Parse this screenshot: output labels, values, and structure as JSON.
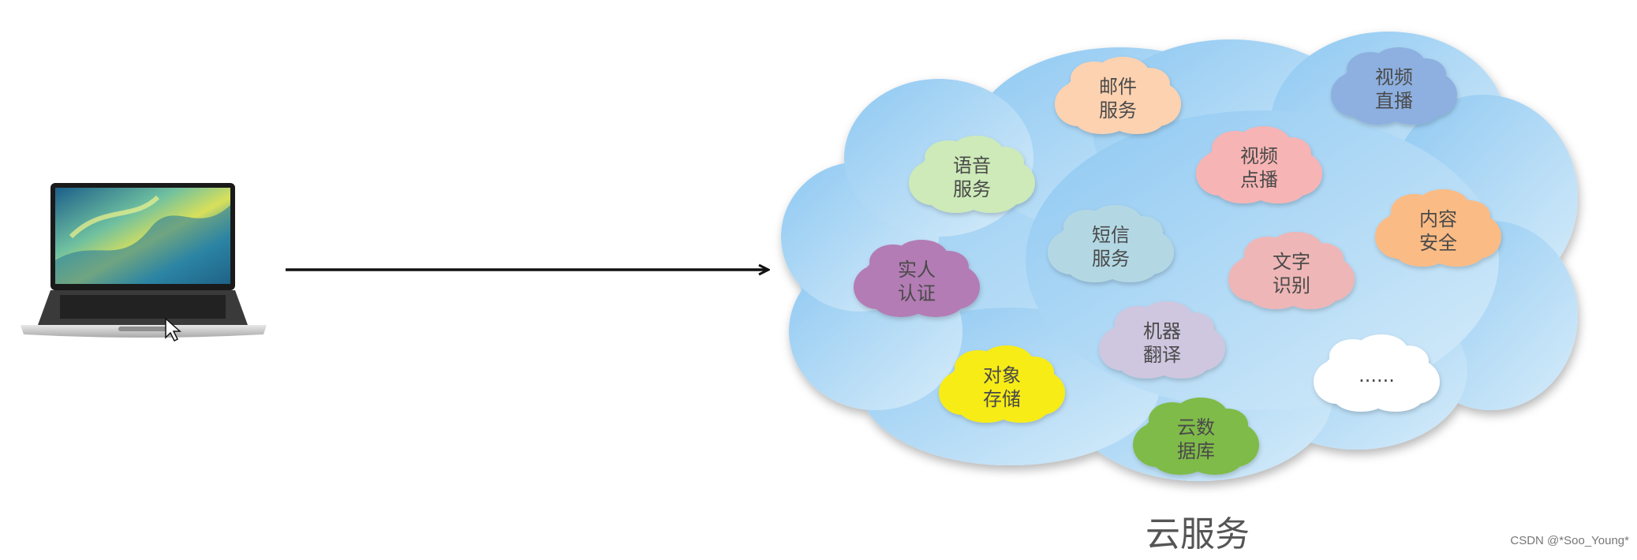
{
  "caption": "云服务",
  "watermark": "CSDN @*Soo_Young*",
  "services": [
    {
      "id": "email",
      "line1": "邮件",
      "line2": "服务",
      "color": "#fdd2b0"
    },
    {
      "id": "live-video",
      "line1": "视频",
      "line2": "直播",
      "color": "#8db0e0"
    },
    {
      "id": "voice",
      "line1": "语音",
      "line2": "服务",
      "color": "#cdeab8"
    },
    {
      "id": "vod",
      "line1": "视频",
      "line2": "点播",
      "color": "#f7b4b4"
    },
    {
      "id": "sms",
      "line1": "短信",
      "line2": "服务",
      "color": "#b3d8e4"
    },
    {
      "id": "content-security",
      "line1": "内容",
      "line2": "安全",
      "color": "#fbbb84"
    },
    {
      "id": "identity-auth",
      "line1": "实人",
      "line2": "认证",
      "color": "#b37cb4"
    },
    {
      "id": "ocr",
      "line1": "文字",
      "line2": "识别",
      "color": "#eeb6b6"
    },
    {
      "id": "machine-translation",
      "line1": "机器",
      "line2": "翻译",
      "color": "#cfc6df"
    },
    {
      "id": "object-storage",
      "line1": "对象",
      "line2": "存储",
      "color": "#f7ec14"
    },
    {
      "id": "more",
      "line1": "......",
      "line2": "",
      "color": "#ffffff"
    },
    {
      "id": "cloud-database",
      "line1": "云数",
      "line2": "据库",
      "color": "#7fbb48"
    }
  ]
}
